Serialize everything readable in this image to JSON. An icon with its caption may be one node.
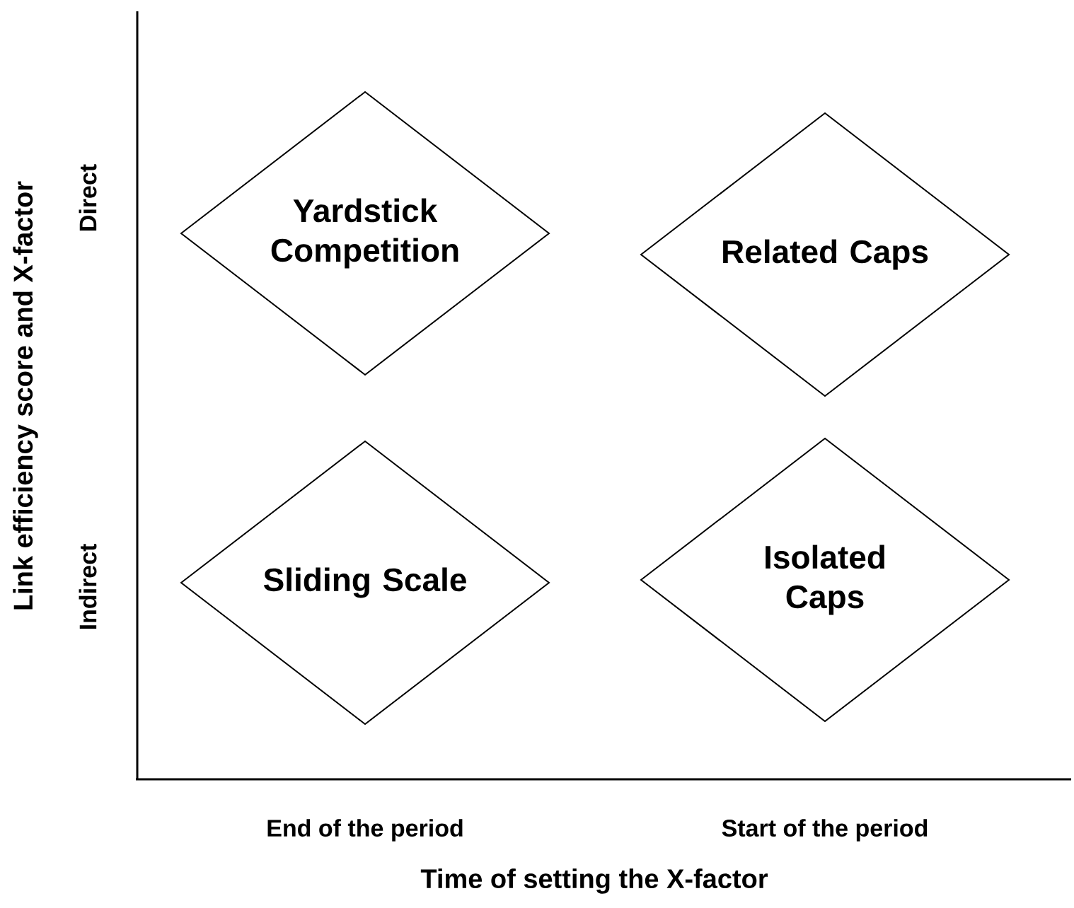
{
  "diagram": {
    "nodes": [
      {
        "text": [
          "Yardstick Competition"
        ]
      },
      {
        "text": [
          "Related Caps"
        ]
      },
      {
        "text": [
          "Sliding Scale"
        ]
      },
      {
        "text": [
          "Isolated Caps"
        ]
      }
    ],
    "labels": [
      "Link efficiency score and X-factor",
      "Direct",
      "Indirect",
      "End of the period",
      "Start of the period",
      "Time of setting the X-factor"
    ]
  }
}
